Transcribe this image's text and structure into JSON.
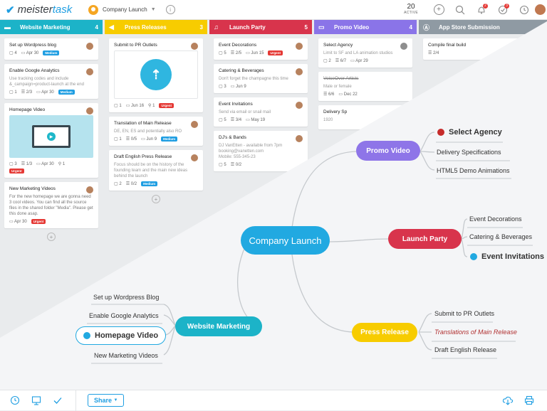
{
  "app": {
    "name_a": "meister",
    "name_b": "task"
  },
  "project": {
    "name": "Company Launch"
  },
  "topbar": {
    "active_count": "20",
    "active_label": "ACTIVE",
    "notif_count_1": "2",
    "notif_count_2": "3"
  },
  "columns": [
    {
      "name": "Website Marketing",
      "count": "4",
      "color": "#1cb3c8",
      "icon": "monitor-icon"
    },
    {
      "name": "Press Releases",
      "count": "3",
      "color": "#f7cc00",
      "icon": "megaphone-icon"
    },
    {
      "name": "Launch Party",
      "count": "5",
      "color": "#d8344c",
      "icon": "music-icon"
    },
    {
      "name": "Promo Video",
      "count": "4",
      "color": "#8a74e8",
      "icon": "tv-icon"
    },
    {
      "name": "App Store Submission",
      "count": "",
      "color": "#8f9aa3",
      "icon": "appstore-icon"
    }
  ],
  "cards": {
    "wm": [
      {
        "title": "Set up Wordpress blog",
        "m1": "4",
        "m2": "Apr 30",
        "tag": "Medium"
      },
      {
        "title": "Enable Google Analytics",
        "desc": "Use tracking codes and include &_campaign=product-launch at the end",
        "m1": "1",
        "m2": "2/3",
        "m3": "Apr 30",
        "tag": "Medium"
      },
      {
        "title": "Homepage Video",
        "m1": "3",
        "m2": "1/3",
        "m3": "Apr 30",
        "m4": "1",
        "tag": "Urgent"
      },
      {
        "title": "New Marketing Videos",
        "desc": "For the new homepage we are gonna need 3 cool videos. You can find all the source files in the shared folder \"Media\". Please get this done asap.",
        "m1": "Apr 30",
        "tag": "Urgent"
      }
    ],
    "pr": [
      {
        "title": "Submit to PR Outlets",
        "m1": "1",
        "m2": "Jun 16",
        "m3": "1",
        "tag": "Urgent"
      },
      {
        "title": "Translation of Main Release",
        "desc": "DE, EN, ES and potentially also RO",
        "m1": "1",
        "m2": "0/5",
        "m3": "Jun 9",
        "tag": "Medium"
      },
      {
        "title": "Draft English Press Release",
        "desc": "Focus should be on the history of the founding team and the main new ideas behind the launch",
        "m1": "2",
        "m2": "0/2",
        "tag": "Medium"
      }
    ],
    "lp": [
      {
        "title": "Event Decorations",
        "m1": "5",
        "m2": "2/5",
        "m3": "Jun 15",
        "tag": "Urgent"
      },
      {
        "title": "Catering & Beverages",
        "desc": "Don't forget the champagne this time",
        "m1": "3",
        "m2": "Jun 9"
      },
      {
        "title": "Event Invitations",
        "desc": "Send via email or snail mail",
        "m1": "5",
        "m2": "3/4",
        "m3": "May 19"
      },
      {
        "title": "DJ's & Bands",
        "desc_a": "DJ VanEtten - available from 7pm",
        "desc_b": "booking@vanetten.com",
        "desc_c": "Mobile: 555-345-23",
        "m1": "5",
        "m2": "0/2"
      }
    ],
    "pv": [
      {
        "title": "Select Agency",
        "desc": "Limit to SF and LA animation studios",
        "m1": "2",
        "m2": "6/7",
        "m3": "Apr 29"
      },
      {
        "title": "VoiceOver Artists",
        "desc": "Male or female",
        "m1": "6/6",
        "m2": "Dec 22"
      },
      {
        "title": "Delivery Sp",
        "desc": "1920"
      }
    ],
    "as": [
      {
        "title": "Compile final build",
        "m1": "2/4"
      }
    ]
  },
  "mindmap": {
    "center": "Company Launch",
    "promo": {
      "label": "Promo Video",
      "c1": "Select Agency",
      "c2": "Delivery Specifications",
      "c3": "HTML5 Demo Animations"
    },
    "party": {
      "label": "Launch Party",
      "c1": "Event Decorations",
      "c2": "Catering & Beverages",
      "c3": "Event Invitations"
    },
    "press": {
      "label": "Press Release",
      "c1": "Submit to PR Outlets",
      "c2": "Translations of Main Release",
      "c3": "Draft English Release"
    },
    "web": {
      "label": "Website Marketing",
      "c1": "Set up Wordpress Blog",
      "c2": "Enable Google Analytics",
      "c3": "Homepage Video",
      "c4": "New Marketing Videos"
    }
  },
  "bottombar": {
    "share": "Share"
  }
}
